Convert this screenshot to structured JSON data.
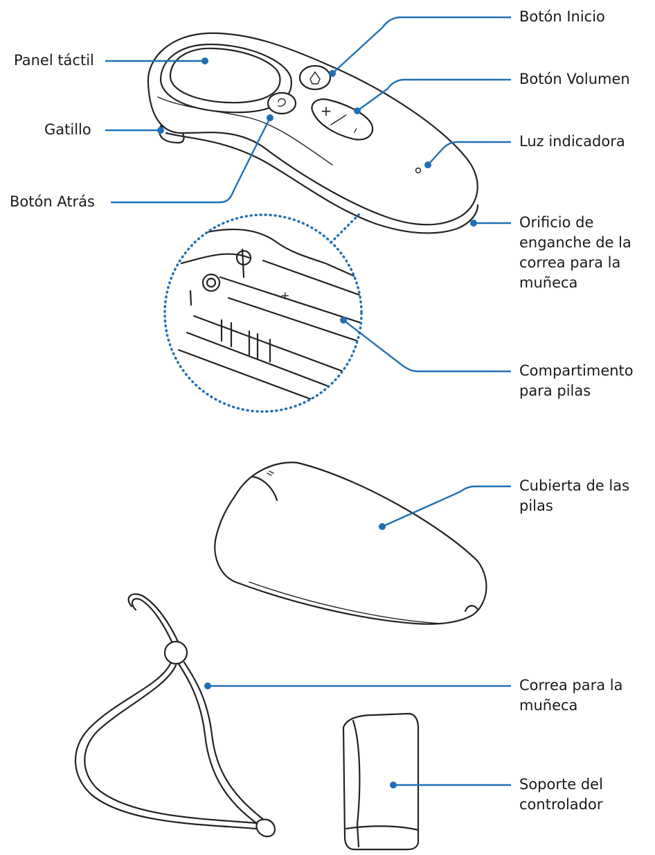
{
  "colors": {
    "leader": "#1f6fb5",
    "ink": "#222222"
  },
  "labels": {
    "panel_tactil": [
      "Panel táctil"
    ],
    "boton_inicio": [
      "Botón Inicio"
    ],
    "boton_volumen": [
      "Botón Volumen"
    ],
    "gatillo": [
      "Gatillo"
    ],
    "luz_indicadora": [
      "Luz indicadora"
    ],
    "boton_atras": [
      "Botón Atrás"
    ],
    "orificio": [
      "Orificio de",
      "enganche de la",
      "correa para la",
      "muñeca"
    ],
    "compartimento": [
      "Compartimento",
      "para pilas"
    ],
    "cubierta": [
      "Cubierta de las",
      "pilas"
    ],
    "correa": [
      "Correa para la",
      "muñeca"
    ],
    "soporte": [
      "Soporte del",
      "controlador"
    ]
  },
  "device_glyphs": {
    "plus": "+",
    "minus": "–",
    "battery_plus": "+"
  }
}
